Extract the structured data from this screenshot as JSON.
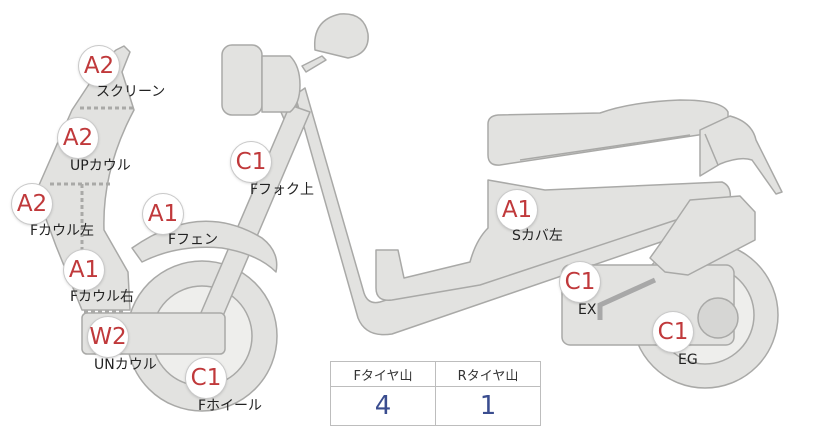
{
  "parts": [
    {
      "id": "screen",
      "grade": "A2",
      "label": "スクリーン"
    },
    {
      "id": "up-cowl",
      "grade": "A2",
      "label": "UPカウル"
    },
    {
      "id": "front-cowl-left",
      "grade": "A2",
      "label": "Fカウル左"
    },
    {
      "id": "front-cowl-right",
      "grade": "A1",
      "label": "Fカウル右"
    },
    {
      "id": "under-cowl",
      "grade": "W2",
      "label": "UNカウル"
    },
    {
      "id": "front-wheel",
      "grade": "C1",
      "label": "Fホイール"
    },
    {
      "id": "front-fender",
      "grade": "A1",
      "label": "Fフェン"
    },
    {
      "id": "front-fork-upper",
      "grade": "C1",
      "label": "Fフォク上"
    },
    {
      "id": "side-cover-left",
      "grade": "A1",
      "label": "Sカバ左"
    },
    {
      "id": "exhaust",
      "grade": "C1",
      "label": "EX"
    },
    {
      "id": "engine",
      "grade": "C1",
      "label": "EG"
    }
  ],
  "tire_table": {
    "headers": [
      "Fタイヤ山",
      "Rタイヤ山"
    ],
    "values": [
      "4",
      "1"
    ]
  },
  "colors": {
    "body_fill": "#e2e2e0",
    "body_stroke": "#a9a9a7",
    "grade_text": "#c0393b",
    "table_value": "#3a4d8f"
  }
}
